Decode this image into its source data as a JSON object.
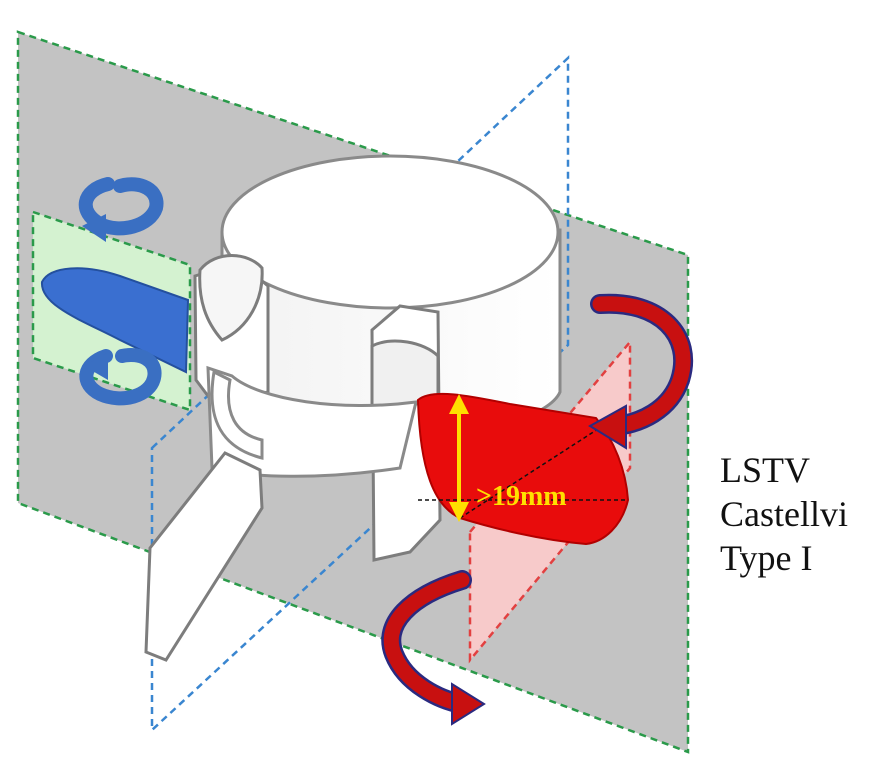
{
  "measurement": ">19mm",
  "labels": [
    "LSTV",
    "Castellvi",
    "Type I"
  ],
  "colors": {
    "plane_fill": "#c3c3c3",
    "green_dash": "#2a9a4a",
    "blue_dash": "#3a86d0",
    "red_dash": "#e24040",
    "transverse_process": "#e80c0c",
    "measurement": "#ffe000",
    "left_process": "#3a6fd0",
    "arrow_blue": "#3a6fc2",
    "arrow_red": "#c81010",
    "green_panel": "#d4f2d0",
    "pink_panel": "#f7caca"
  }
}
